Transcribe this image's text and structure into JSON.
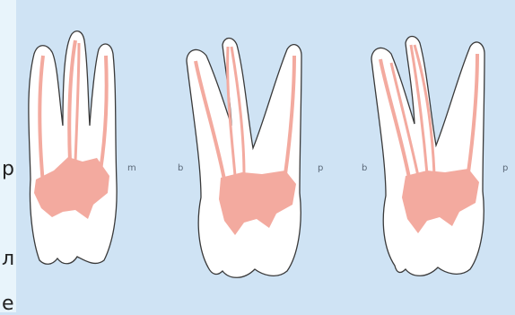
{
  "colors": {
    "background": "#cfe3f4",
    "left_strip": "#e8f4fb",
    "tooth_fill": "#ffffff",
    "tooth_outline": "#3a3a3a",
    "pulp": "#f3aa9f"
  },
  "side_text": {
    "fragment_1": "р",
    "fragment_2": "л",
    "fragment_3": "е"
  },
  "tooth_1": {
    "label_right": "m"
  },
  "tooth_2": {
    "label_left": "b",
    "label_right": "p"
  },
  "tooth_3": {
    "label_left": "b",
    "label_right": "p"
  }
}
